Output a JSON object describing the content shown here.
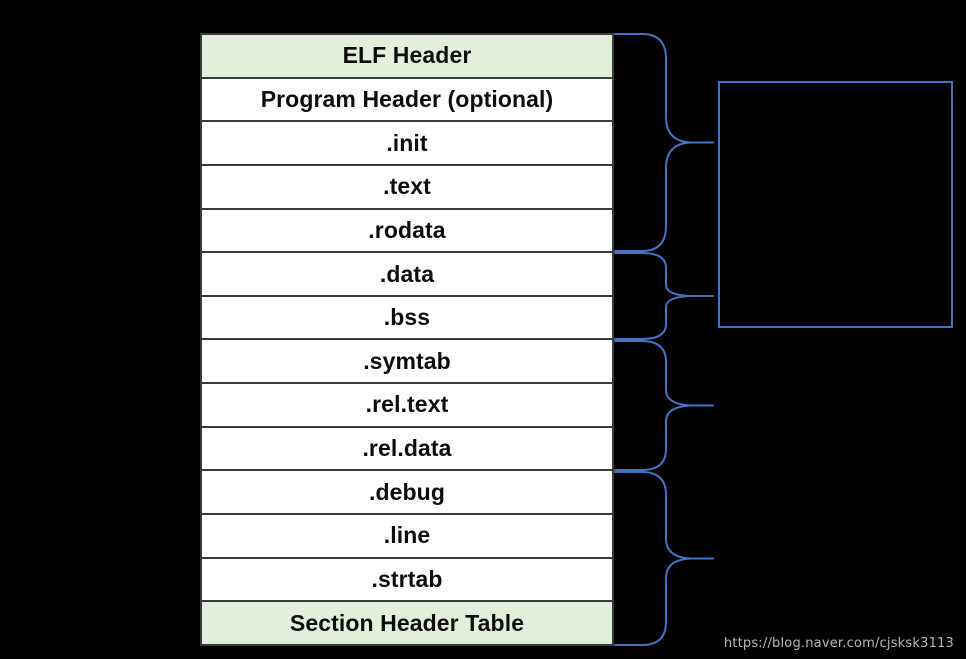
{
  "page": {
    "background_color": "#000000",
    "watermark": "https://blog.naver.com/cjsksk3113"
  },
  "colors": {
    "accent_row": "#e2efda",
    "row_background": "#ffffff",
    "row_border": "#3a3a3a",
    "text": "#0d0d0d",
    "brace": "#4472c4",
    "box_outline": "#4472c4",
    "watermark_text": "#b8b8b8"
  },
  "elf_table": {
    "rows": [
      {
        "label": "ELF Header",
        "style": "accent"
      },
      {
        "label": "Program Header (optional)",
        "style": "plain"
      },
      {
        "label": ".init",
        "style": "plain"
      },
      {
        "label": ".text",
        "style": "plain"
      },
      {
        "label": ".rodata",
        "style": "plain"
      },
      {
        "label": ".data",
        "style": "plain"
      },
      {
        "label": ".bss",
        "style": "plain"
      },
      {
        "label": ".symtab",
        "style": "plain"
      },
      {
        "label": ".rel.text",
        "style": "plain"
      },
      {
        "label": ".rel.data",
        "style": "plain"
      },
      {
        "label": ".debug",
        "style": "plain"
      },
      {
        "label": ".line",
        "style": "plain"
      },
      {
        "label": ".strtab",
        "style": "plain"
      },
      {
        "label": "Section Header Table",
        "style": "accent"
      }
    ]
  },
  "braces": [
    {
      "name": "brace-group-1",
      "covers": [
        "ELF Header",
        "Program Header (optional)",
        ".init",
        ".text",
        ".rodata"
      ],
      "label": ""
    },
    {
      "name": "brace-group-2",
      "covers": [
        ".data",
        ".bss"
      ],
      "label": ""
    },
    {
      "name": "brace-group-3",
      "covers": [
        ".symtab",
        ".rel.text",
        ".rel.data"
      ],
      "label": ""
    },
    {
      "name": "brace-group-4",
      "covers": [
        ".debug",
        ".line",
        ".strtab",
        "Section Header Table"
      ],
      "label": ""
    }
  ],
  "right_box": {
    "label": ""
  }
}
